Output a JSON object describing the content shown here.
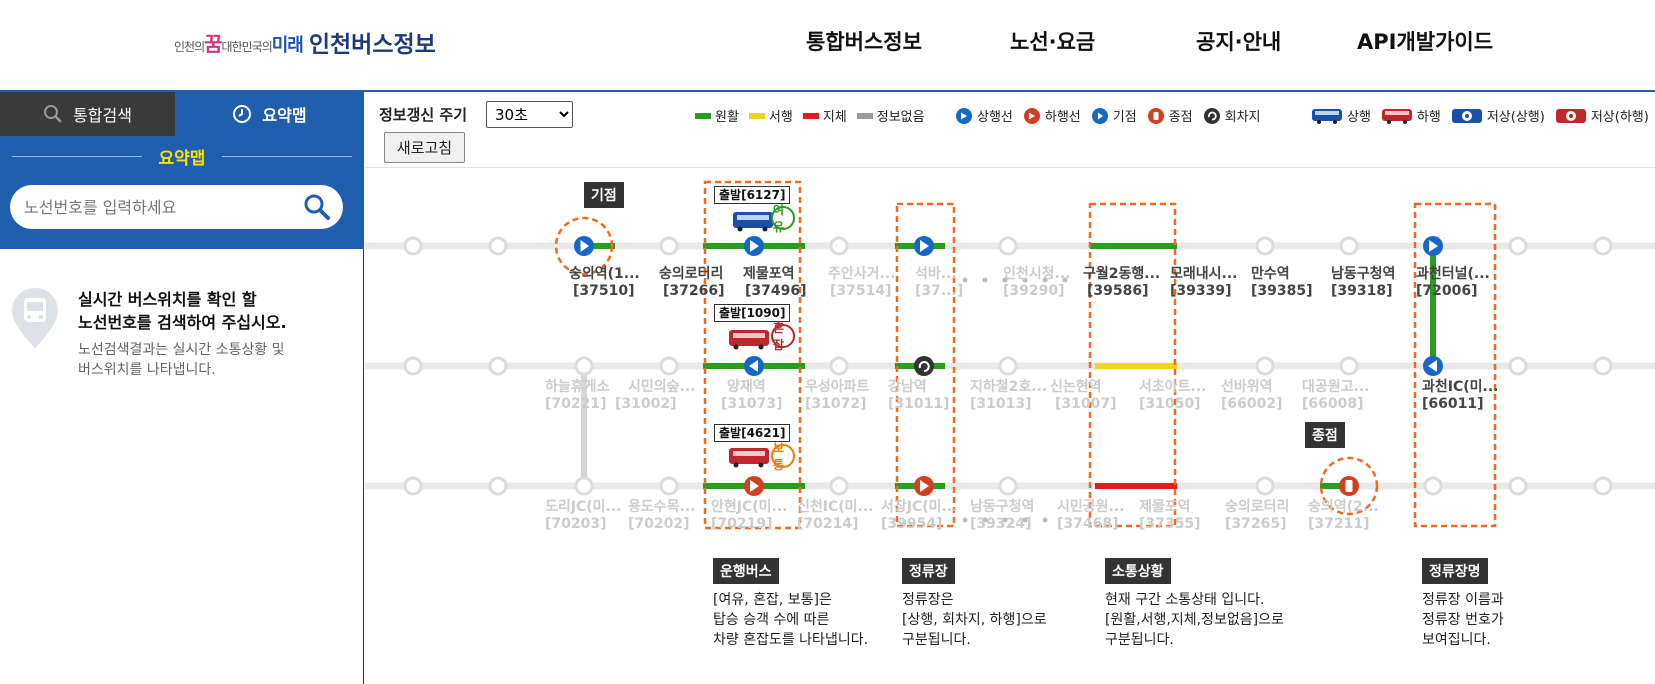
{
  "header": {
    "logo_sub1": "인천의",
    "logo_kkum": "꿈",
    "logo_sub2": "대한민국의",
    "logo_mirae": "미래",
    "logo_main": "인천버스정보",
    "nav": [
      "통합버스정보",
      "노선·요금",
      "공지·안내",
      "API개발가이드"
    ]
  },
  "sidebar": {
    "tab_integrated": "통합검색",
    "tab_summary": "요약맵",
    "title": "요약맵",
    "search_placeholder": "노선번호를 입력하세요",
    "message_line1": "실시간 버스위치를 확인 할",
    "message_line2": "노선번호를 검색하여 주십시오.",
    "sub_line1": "노선검색결과는 실시간 소통상황 및",
    "sub_line2": "버스위치를 나타냅니다."
  },
  "controls": {
    "refresh_label": "정보갱신 주기",
    "refresh_interval": "30초",
    "refresh_button": "새로고침"
  },
  "legend": {
    "smooth": "원활",
    "slow": "서행",
    "jam": "지체",
    "no_info": "정보없음",
    "up_line": "상행선",
    "down_line": "하행선",
    "start": "기점",
    "end": "종점",
    "turn": "회차지",
    "bus_up": "상행",
    "bus_down": "하행",
    "low_up": "저상(상행)",
    "low_down": "저상(하행)",
    "colors": {
      "smooth": "#2a9d1e",
      "slow": "#f2d31b",
      "jam": "#e51c1c",
      "no_info": "#9a9a9a"
    }
  },
  "route": {
    "row1": [
      {
        "name": "숭의역(1...",
        "id": "[37510]"
      },
      {
        "name": "숭의로터리",
        "id": "[37266]"
      },
      {
        "name": "제물포역",
        "id": "[37496]"
      },
      {
        "name": "주안사거...",
        "id": "[37514]"
      },
      {
        "name": "석바...",
        "id": "[37...]"
      },
      {
        "name": "인천시청...",
        "id": "[39290]"
      },
      {
        "name": "구월2동행...",
        "id": "[39586]"
      },
      {
        "name": "모래내시...",
        "id": "[39339]"
      },
      {
        "name": "만수역",
        "id": "[39385]"
      },
      {
        "name": "남동구청역",
        "id": "[39318]"
      },
      {
        "name": "과천터널(...",
        "id": "[72006]"
      }
    ],
    "row2": [
      {
        "name": "하늘휴게소",
        "id": "[70221]"
      },
      {
        "name": "시민의숲...",
        "id": "[31002]"
      },
      {
        "name": "양재역",
        "id": "[31073]"
      },
      {
        "name": "우성아파트",
        "id": "[31072]"
      },
      {
        "name": "강남역",
        "id": "[31011]"
      },
      {
        "name": "지하철2호...",
        "id": "[31013]"
      },
      {
        "name": "신논현역",
        "id": "[31007]"
      },
      {
        "name": "서초아트...",
        "id": "[31050]"
      },
      {
        "name": "선바위역",
        "id": "[66002]"
      },
      {
        "name": "대공원고...",
        "id": "[66008]"
      },
      {
        "name": "과천IC(미...",
        "id": "[66011]"
      }
    ],
    "row3": [
      {
        "name": "도리JC(미...",
        "id": "[70203]"
      },
      {
        "name": "용도수목...",
        "id": "[70202]"
      },
      {
        "name": "안현JC(미...",
        "id": "[70219]"
      },
      {
        "name": "신천IC(미...",
        "id": "[70214]"
      },
      {
        "name": "서창JC(미...",
        "id": "[39954]"
      },
      {
        "name": "남동구청역",
        "id": "[39324]"
      },
      {
        "name": "시민공원...",
        "id": "[37468]"
      },
      {
        "name": "제물포역",
        "id": "[37355]"
      },
      {
        "name": "숭의로터리",
        "id": "[37265]"
      },
      {
        "name": "숭의역(2...",
        "id": "[37211]"
      }
    ]
  },
  "buses": [
    {
      "label": "출발[6127]",
      "crowd": "여유",
      "color": "#2a9d1e"
    },
    {
      "label": "출발[1090]",
      "crowd": "혼잡",
      "color": "#b52a2a"
    },
    {
      "label": "출발[4621]",
      "crowd": "보통",
      "color": "#ef7d00"
    }
  ],
  "tags": {
    "start": "기점",
    "end": "종점",
    "bus": "운행버스",
    "stop": "정류장",
    "traffic": "소통상황",
    "stop_name": "정류장명"
  },
  "descriptions": {
    "bus": [
      "[여유, 혼잡, 보통]은",
      "탑승 승객 수에 따른",
      "차량 혼잡도를 나타냅니다."
    ],
    "stop": [
      "정류장은",
      "[상행, 회차지, 하행]으로",
      "구분됩니다."
    ],
    "traffic": [
      "현재 구간 소통상태 입니다.",
      "[원활,서행,지체,정보없음]으로",
      "구분됩니다."
    ],
    "stop_name": [
      "정류장 이름과",
      "정류장 번호가",
      "보여집니다."
    ]
  }
}
